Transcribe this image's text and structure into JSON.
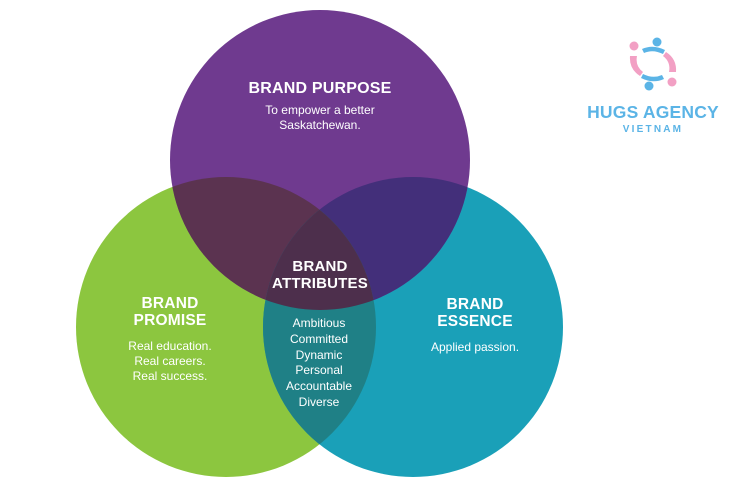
{
  "diagram": {
    "purpose": {
      "title": "BRAND PURPOSE",
      "lines": [
        "To empower a better",
        "Saskatchewan."
      ]
    },
    "promise": {
      "title": [
        "BRAND",
        "PROMISE"
      ],
      "lines": [
        "Real education.",
        "Real careers.",
        "Real success."
      ]
    },
    "essence": {
      "title": [
        "BRAND",
        "ESSENCE"
      ],
      "lines": [
        "Applied passion."
      ]
    },
    "attributes": {
      "title": [
        "BRAND",
        "ATTRIBUTES"
      ],
      "items": [
        "Ambitious",
        "Committed",
        "Dynamic",
        "Personal",
        "Accountable",
        "Diverse"
      ]
    },
    "colors": {
      "purpose": "#6f3a8f",
      "promise": "#8cc63f",
      "essence": "#1aa0b8",
      "purpose_promise": "#5b3350",
      "purpose_essence": "#432f7a",
      "promise_essence": "#1f8086",
      "center": "#4d2f4c"
    }
  },
  "logo": {
    "name": "HUGS AGENCY",
    "subtitle": "VIETNAM",
    "icon": "hugs-people-icon",
    "colors": {
      "pink": "#f2a0c4",
      "blue": "#5bb4e6"
    }
  }
}
